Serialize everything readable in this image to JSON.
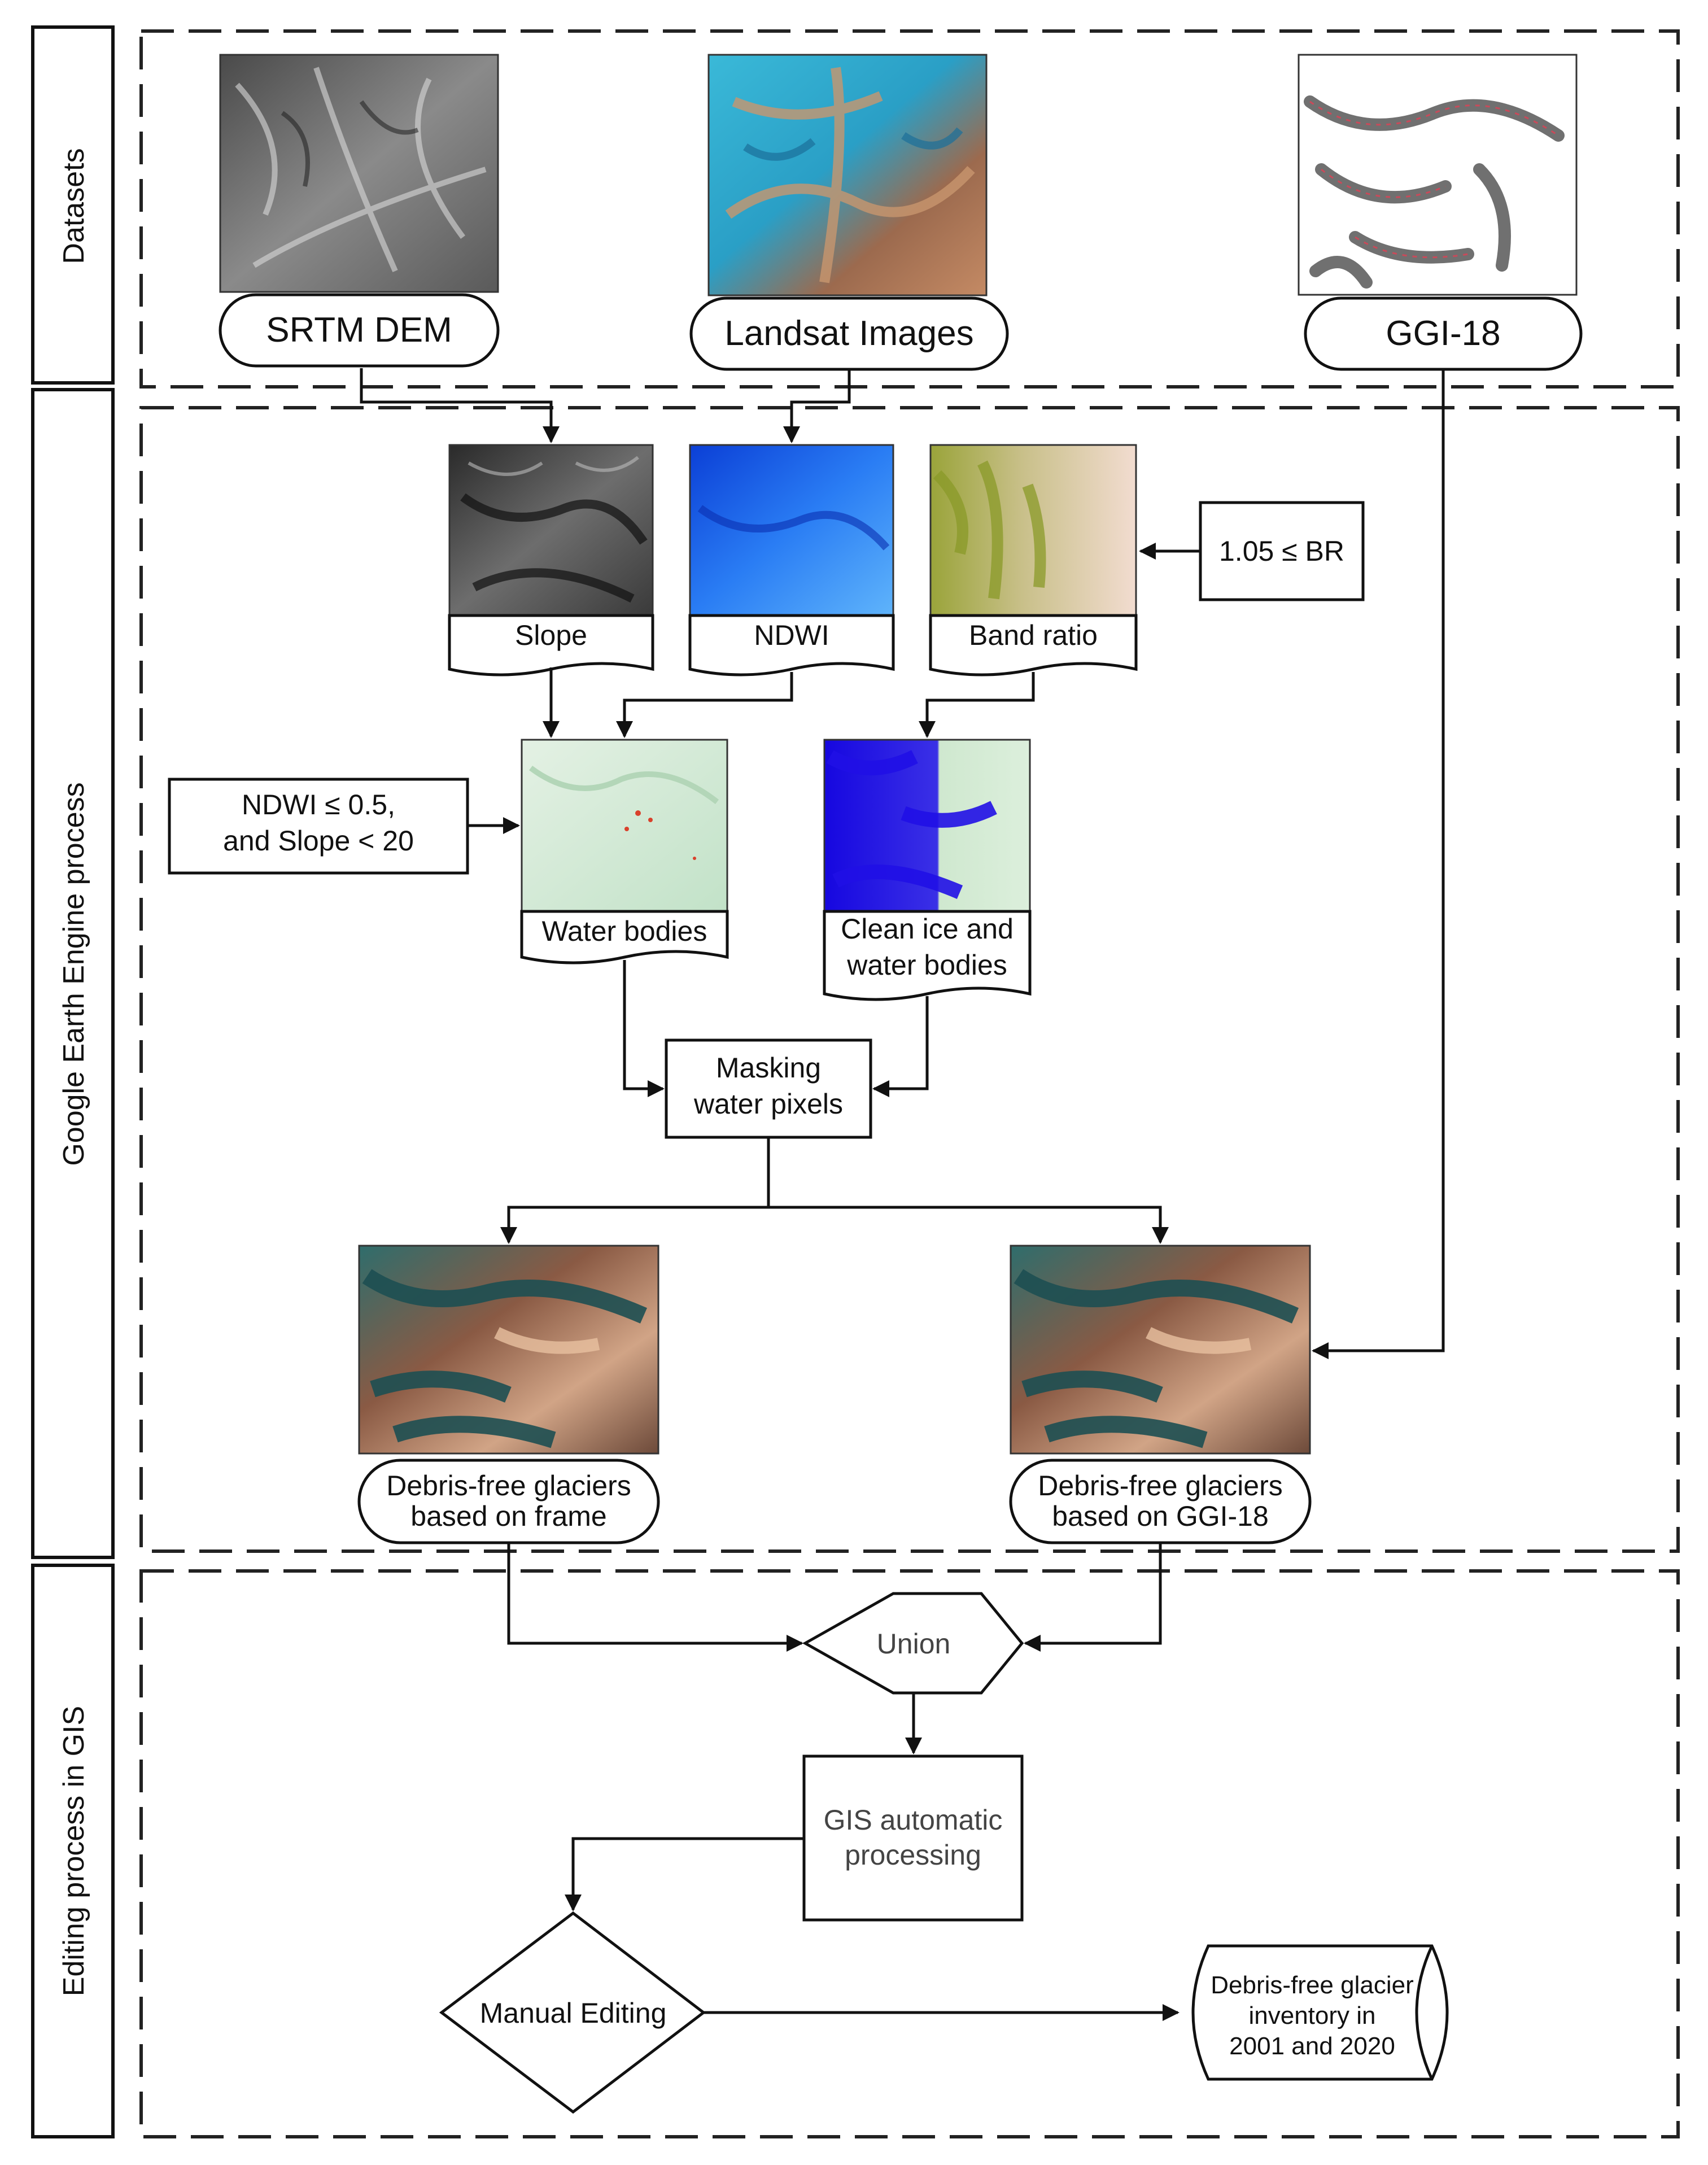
{
  "lanes": {
    "datasets": "Datasets",
    "gee": "Google Earth Engine process",
    "gis": "Editing process in GIS"
  },
  "nodes": {
    "srtm": "SRTM DEM",
    "landsat": "Landsat Images",
    "ggi": "GGI-18",
    "slope": "Slope",
    "ndwi": "NDWI",
    "band_ratio": "Band ratio",
    "br_threshold": "1.05 ≤  BR",
    "ndwi_threshold_line1": "NDWI ≤ 0.5,",
    "ndwi_threshold_line2": "and Slope < 20",
    "water_bodies": "Water bodies",
    "clean_ice_line1": "Clean ice and",
    "clean_ice_line2": "water bodies",
    "masking_line1": "Masking",
    "masking_line2": "water pixels",
    "dfg_frame_line1": "Debris-free glaciers",
    "dfg_frame_line2": "based on frame",
    "dfg_ggi_line1": "Debris-free glaciers",
    "dfg_ggi_line2": "based on GGI-18",
    "union": "Union",
    "gis_auto_line1": "GIS automatic",
    "gis_auto_line2": "processing",
    "manual_editing": "Manual Editing",
    "inventory_line1": "Debris-free glacier",
    "inventory_line2": "inventory in",
    "inventory_line3": "2001 and 2020"
  },
  "thumbnails": {
    "srtm": "grayscale elevation raster",
    "landsat": "false-colour satellite scene, cyan ice and brown terrain",
    "ggi": "glacier outlines, grey polygons with red edges",
    "slope": "dark grayscale slope raster",
    "ndwi": "blue NDWI raster",
    "band_ratio": "olive and pink band-ratio raster",
    "water": "pale green raster with small red water pixels",
    "clean_ice": "blue ice mask over pale green terrain",
    "result_frame": "true-colour scene with dark teal glaciers",
    "result_ggi": "true-colour scene with dark teal glaciers"
  },
  "colors": {
    "line": "#111111",
    "ice_cyan": "#33c4e0",
    "ndwi_blue": "#1a5cf0",
    "mask_blue": "#1a0fe8",
    "water_green": "#cfe9d3",
    "glacier_teal": "#1f5a5c",
    "terrain_brown": "#b07a5a"
  }
}
